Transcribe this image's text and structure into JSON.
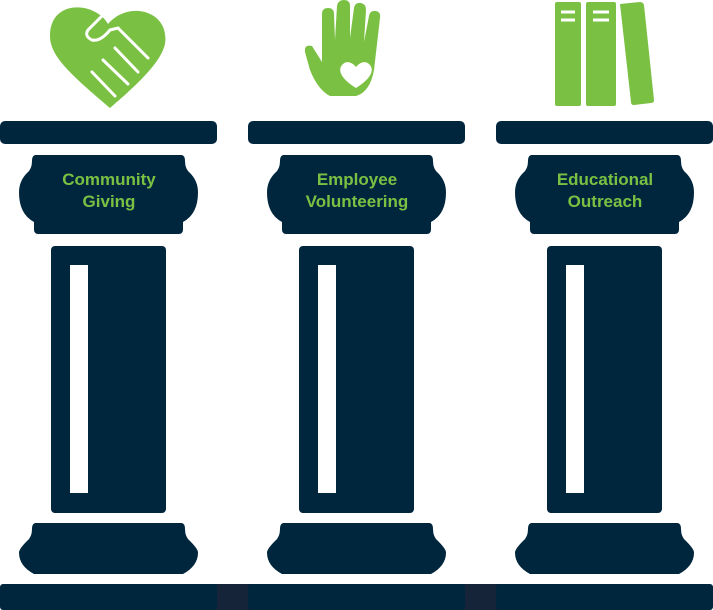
{
  "colors": {
    "navy": "#00263e",
    "green": "#7ac143",
    "floor_gap": "#16243a"
  },
  "pillars": [
    {
      "icon": "handshake-heart-icon",
      "line1": "Community",
      "line2": "Giving"
    },
    {
      "icon": "hand-heart-icon",
      "line1": "Employee",
      "line2": "Volunteering"
    },
    {
      "icon": "books-icon",
      "line1": "Educational",
      "line2": "Outreach"
    }
  ]
}
